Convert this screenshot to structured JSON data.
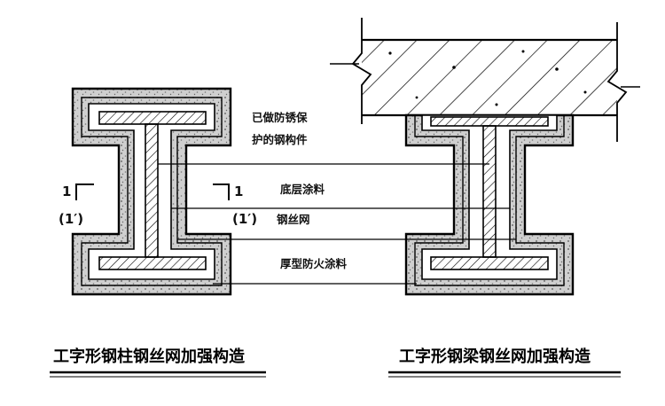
{
  "labels": {
    "protected_member": [
      "已做防锈保",
      "护的钢构件"
    ],
    "primer": "底层涂料",
    "wire_mesh": "钢丝网",
    "fireproof": "厚型防火涂料"
  },
  "section_marks": {
    "number": "1",
    "alt": "(1′)"
  },
  "captions": {
    "column": "工字形钢柱钢丝网加强构造",
    "beam": "工字形钢梁钢丝网加强构造"
  },
  "colors": {
    "line": "#000000",
    "coating_fill": "#d8d8d8",
    "background": "#ffffff"
  }
}
